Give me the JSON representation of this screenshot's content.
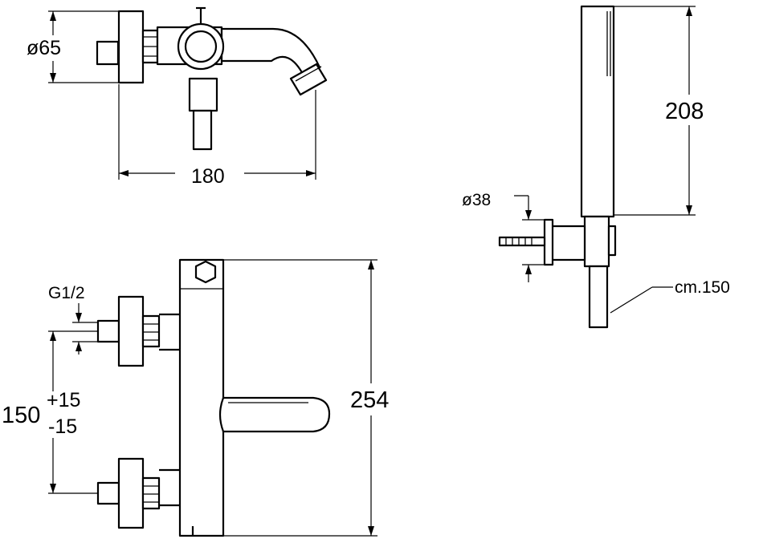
{
  "dimensions": {
    "top_view": {
      "diameter": "ø65",
      "width": "180"
    },
    "hand_shower": {
      "height": "208",
      "diameter": "ø38",
      "hose": "cm.150"
    },
    "front_view": {
      "thread": "G1/2",
      "centres_value": "150",
      "centres_tol_plus": "+15",
      "centres_tol_minus": "-15",
      "height": "254"
    }
  }
}
